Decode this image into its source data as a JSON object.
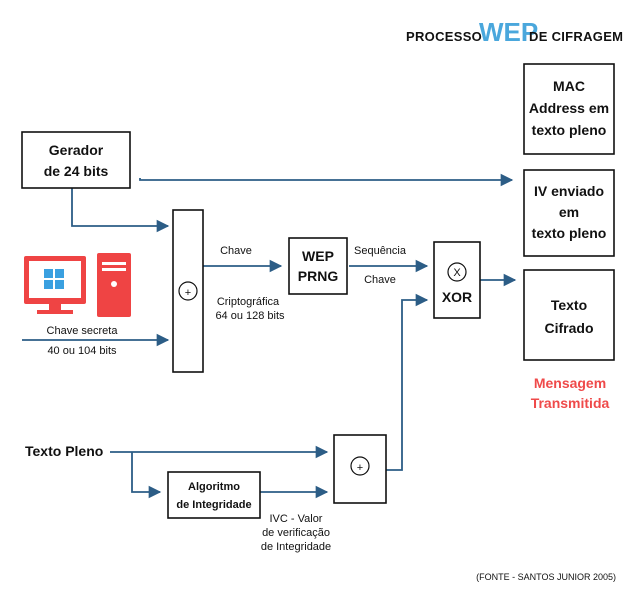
{
  "title": {
    "part1": "PROCESSO",
    "emphasis": "WEP",
    "part2": "DE CIFRAGEM"
  },
  "nodes": {
    "gerador": {
      "line1": "Gerador",
      "line2": "de 24 bits"
    },
    "mac": {
      "line1": "MAC",
      "line2": "Address em",
      "line3": "texto pleno"
    },
    "iv": {
      "line1": "IV enviado",
      "line2": "em",
      "line3": "texto pleno"
    },
    "texto_cifrado": {
      "line1": "Texto",
      "line2": "Cifrado"
    },
    "wep_prng": {
      "line1": "WEP",
      "line2": "PRNG"
    },
    "xor": {
      "symbol": "X",
      "label": "XOR"
    },
    "algoritmo": {
      "line1": "Algoritmo",
      "line2": "de Integridade"
    },
    "plus_symbol": "+"
  },
  "labels": {
    "chave_secreta": "Chave secreta",
    "chave_bits": "40 ou 104 bits",
    "chave": "Chave",
    "criptografica": "Criptográfica",
    "bits_64_128": "64 ou 128 bits",
    "sequencia": "Sequência",
    "chave2": "Chave",
    "texto_pleno": "Texto Pleno",
    "ivc1": "IVC - Valor",
    "ivc2": "de verificação",
    "ivc3": "de Integridade",
    "mensagem1": "Mensagem",
    "mensagem2": "Transmitida",
    "fonte": "(FONTE - SANTOS JUNIOR 2005)"
  },
  "colors": {
    "connector": "#2c5d86",
    "monitor": "#ef4444",
    "tower": "#ef4444",
    "windows_logo": "#3aa0e0",
    "accent_title": "#4aa7dc",
    "message_text": "#ef4a4a"
  },
  "icons": {
    "computer": "computer-icon",
    "windows": "windows-logo-icon",
    "plus": "plus-circle-icon",
    "xor": "xor-circle-icon"
  }
}
